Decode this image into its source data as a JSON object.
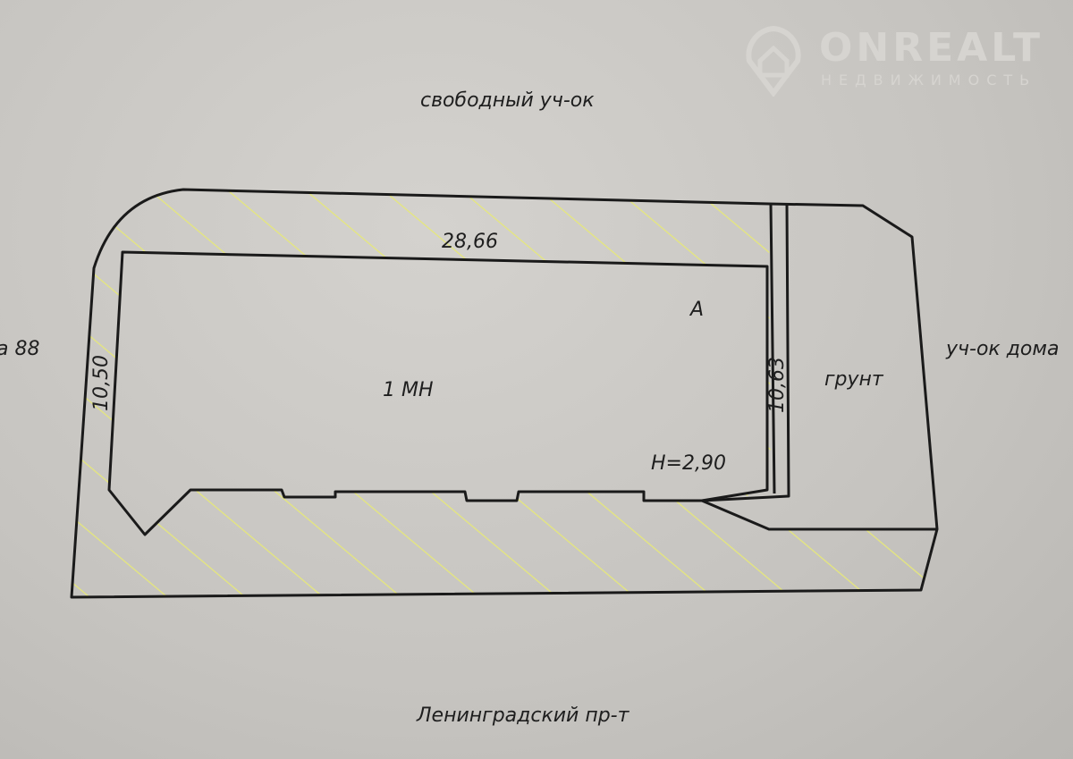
{
  "watermark": {
    "brand": "ONREALT",
    "subtitle": "НЕДВИЖИМОСТЬ"
  },
  "labels": {
    "top": "свободный уч-ок",
    "left": "а 88",
    "right": "уч-ок дома",
    "bottom": "Ленинградский пр-т"
  },
  "plan": {
    "room_name": "1 МН",
    "room_letter": "А",
    "length_top": "28,66",
    "width_left": "10,50",
    "width_right": "10,63",
    "height": "Н=2,90",
    "adjacent_room": "грунт"
  },
  "colors": {
    "hatch": "#e6e87a",
    "line": "#1a1a1a"
  }
}
